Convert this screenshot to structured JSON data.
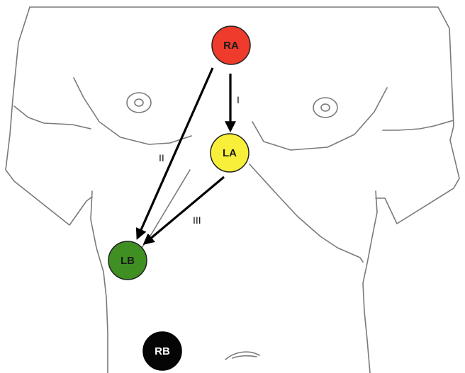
{
  "electrodes": {
    "ra": {
      "label": "RA",
      "color": "#ee3b2b",
      "text_color": "#1a1a1a"
    },
    "la": {
      "label": "LA",
      "color": "#f7ef3a",
      "text_color": "#1a1a1a"
    },
    "lb": {
      "label": "LB",
      "color": "#3f8f22",
      "text_color": "#1a1a1a"
    },
    "rb": {
      "label": "RB",
      "color": "#050505",
      "text_color": "#ffffff"
    }
  },
  "leads": {
    "i": {
      "label": "I"
    },
    "ii": {
      "label": "II"
    },
    "iii": {
      "label": "III"
    }
  },
  "colors": {
    "outline": "#7a7a7a",
    "arrows": "#000000"
  }
}
